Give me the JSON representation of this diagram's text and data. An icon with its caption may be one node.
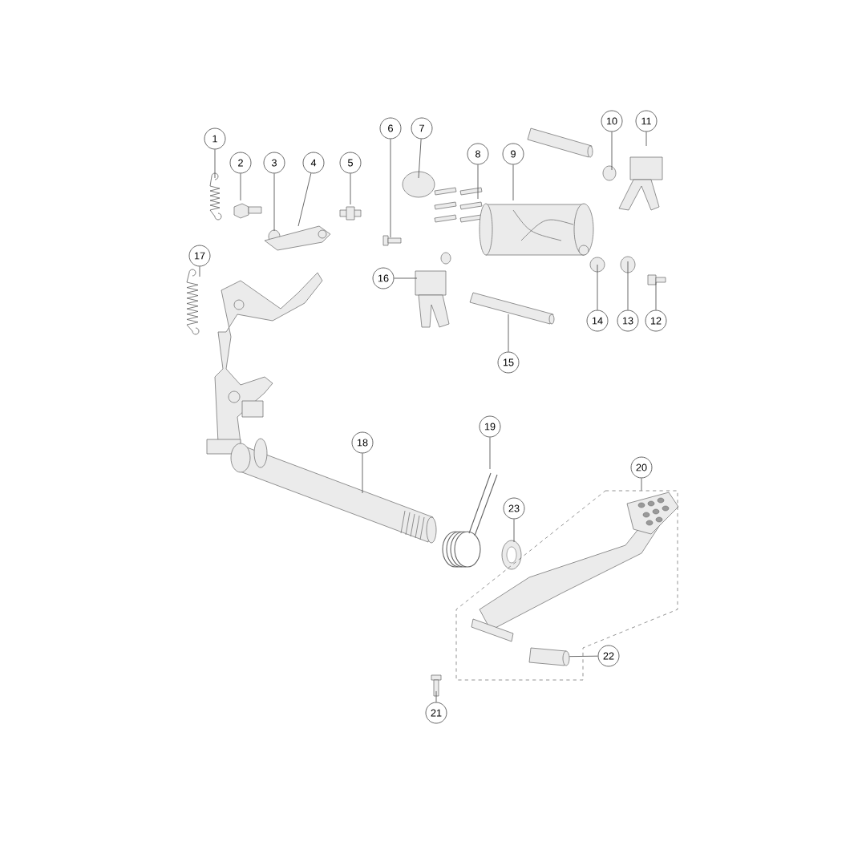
{
  "diagram": {
    "nodes": [
      {
        "text": [
          "1"
        ]
      },
      {
        "text": [
          "2"
        ]
      },
      {
        "text": [
          "3"
        ]
      },
      {
        "text": [
          "4"
        ]
      },
      {
        "text": [
          "5"
        ]
      },
      {
        "text": [
          "6"
        ]
      },
      {
        "text": [
          "7"
        ]
      },
      {
        "text": [
          "8"
        ]
      },
      {
        "text": [
          "9"
        ]
      },
      {
        "text": [
          "10"
        ]
      },
      {
        "text": [
          "11"
        ]
      },
      {
        "text": [
          "12"
        ]
      },
      {
        "text": [
          "13"
        ]
      },
      {
        "text": [
          "14"
        ]
      },
      {
        "text": [
          "15"
        ]
      },
      {
        "text": [
          "16"
        ]
      },
      {
        "text": [
          "17"
        ]
      },
      {
        "text": [
          "18"
        ]
      },
      {
        "text": [
          "19"
        ]
      },
      {
        "text": [
          "20"
        ]
      },
      {
        "text": [
          "21"
        ]
      },
      {
        "text": [
          "22"
        ]
      },
      {
        "text": [
          "23"
        ]
      },
      {
        "text": [],
        "shape": "box"
      },
      {
        "text": [],
        "shape": "cylinder",
        "in": 23
      }
    ],
    "edges": [
      {
        "from": 0,
        "to": null,
        "arrow": "none"
      },
      {
        "from": 1,
        "to": null,
        "arrow": "none"
      },
      {
        "from": 2,
        "to": null,
        "arrow": "none"
      },
      {
        "from": 3,
        "to": null,
        "arrow": "none"
      },
      {
        "from": 4,
        "to": null,
        "arrow": "none"
      },
      {
        "from": 5,
        "to": null,
        "arrow": "none"
      },
      {
        "from": 6,
        "to": null,
        "arrow": "none"
      },
      {
        "from": 7,
        "to": null,
        "arrow": "none"
      },
      {
        "from": 8,
        "to": null,
        "arrow": "none"
      },
      {
        "from": 9,
        "to": null,
        "arrow": "none"
      },
      {
        "from": 10,
        "to": null,
        "arrow": "none"
      },
      {
        "from": 11,
        "to": null,
        "arrow": "none"
      },
      {
        "from": 12,
        "to": null,
        "arrow": "none"
      },
      {
        "from": 13,
        "to": null,
        "arrow": "none"
      },
      {
        "from": 14,
        "to": null,
        "arrow": "none"
      },
      {
        "from": 15,
        "to": null,
        "arrow": "none"
      },
      {
        "from": 16,
        "to": null,
        "arrow": "none"
      },
      {
        "from": 17,
        "to": null,
        "arrow": "none"
      },
      {
        "from": 18,
        "to": null,
        "arrow": "none"
      },
      {
        "from": 19,
        "to": 23,
        "arrow": "none"
      },
      {
        "from": 20,
        "to": null,
        "arrow": "none"
      },
      {
        "from": 21,
        "to": 24,
        "arrow": "none"
      },
      {
        "from": 22,
        "to": null,
        "arrow": "none"
      }
    ]
  }
}
